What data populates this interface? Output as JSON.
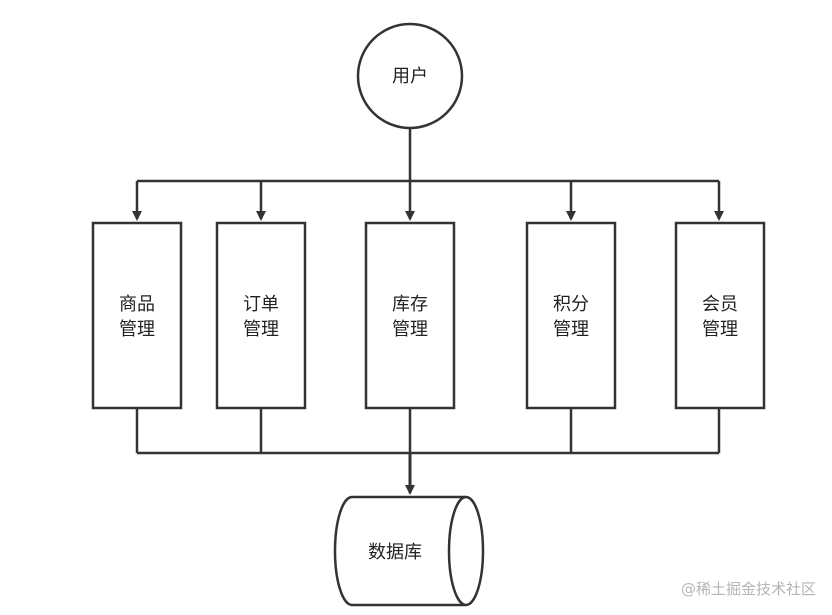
{
  "nodes": {
    "user": "用户",
    "modules": [
      {
        "line1": "商品",
        "line2": "管理"
      },
      {
        "line1": "订单",
        "line2": "管理"
      },
      {
        "line1": "库存",
        "line2": "管理"
      },
      {
        "line1": "积分",
        "line2": "管理"
      },
      {
        "line1": "会员",
        "line2": "管理"
      }
    ],
    "database": "数据库"
  },
  "watermark": "@稀土掘金技术社区",
  "colors": {
    "stroke": "#333333",
    "text": "#222222",
    "watermark": "#b5b5b5"
  }
}
